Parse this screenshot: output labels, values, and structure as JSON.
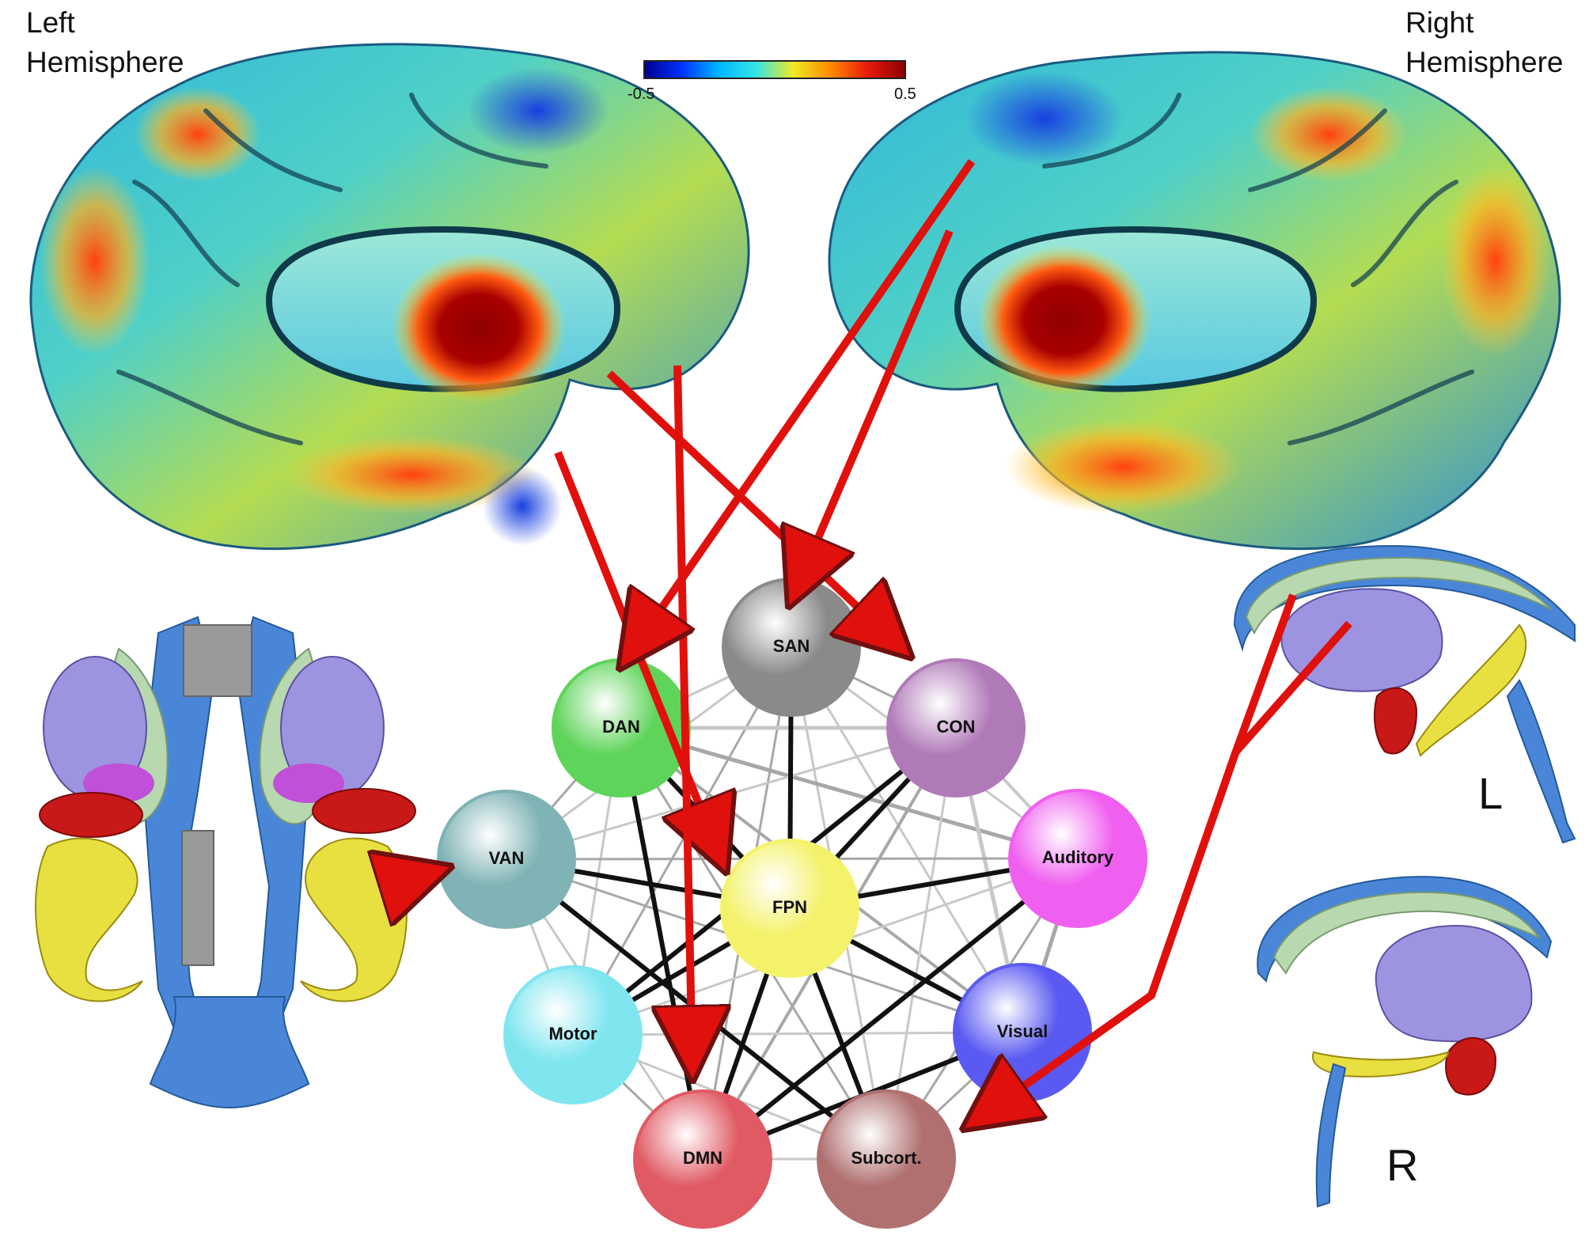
{
  "labels": {
    "left_hemisphere": "Left\nHemisphere",
    "right_hemisphere": "Right\nHemisphere",
    "colorbar_min": "-0.5",
    "colorbar_max": "0.5",
    "view_left": "L",
    "view_right": "R"
  },
  "colorbar": {
    "colors": [
      "#00008f",
      "#0033ff",
      "#00b7ff",
      "#35e6e6",
      "#f0ea23",
      "#ff8a00",
      "#e81b0b",
      "#8f0000"
    ]
  },
  "networks": [
    {
      "id": "SAN",
      "label": "SAN",
      "color": "#8a8a8a"
    },
    {
      "id": "DAN",
      "label": "DAN",
      "color": "#5fd45a"
    },
    {
      "id": "CON",
      "label": "CON",
      "color": "#b07ab8"
    },
    {
      "id": "VAN",
      "label": "VAN",
      "color": "#7fb3b5"
    },
    {
      "id": "FPN",
      "label": "FPN",
      "color": "#f4f26a"
    },
    {
      "id": "AUD",
      "label": "Auditory",
      "color": "#f060f0"
    },
    {
      "id": "MOT",
      "label": "Motor",
      "color": "#7fe6f0"
    },
    {
      "id": "VIS",
      "label": "Visual",
      "color": "#5a5af2"
    },
    {
      "id": "DMN",
      "label": "DMN",
      "color": "#e05a64"
    },
    {
      "id": "SUB",
      "label": "Subcort.",
      "color": "#b07070"
    }
  ],
  "strong_links": [
    [
      "DAN",
      "FPN"
    ],
    [
      "DAN",
      "DMN"
    ],
    [
      "SAN",
      "FPN"
    ],
    [
      "CON",
      "FPN"
    ],
    [
      "VAN",
      "FPN"
    ],
    [
      "AUD",
      "FPN"
    ],
    [
      "FPN",
      "VIS"
    ],
    [
      "FPN",
      "DMN"
    ],
    [
      "FPN",
      "SUB"
    ],
    [
      "FPN",
      "MOT"
    ],
    [
      "AUD",
      "DMN"
    ],
    [
      "VIS",
      "DMN"
    ],
    [
      "VAN",
      "SUB"
    ],
    [
      "CON",
      "MOT"
    ]
  ],
  "arrow_color": "#e0100c"
}
